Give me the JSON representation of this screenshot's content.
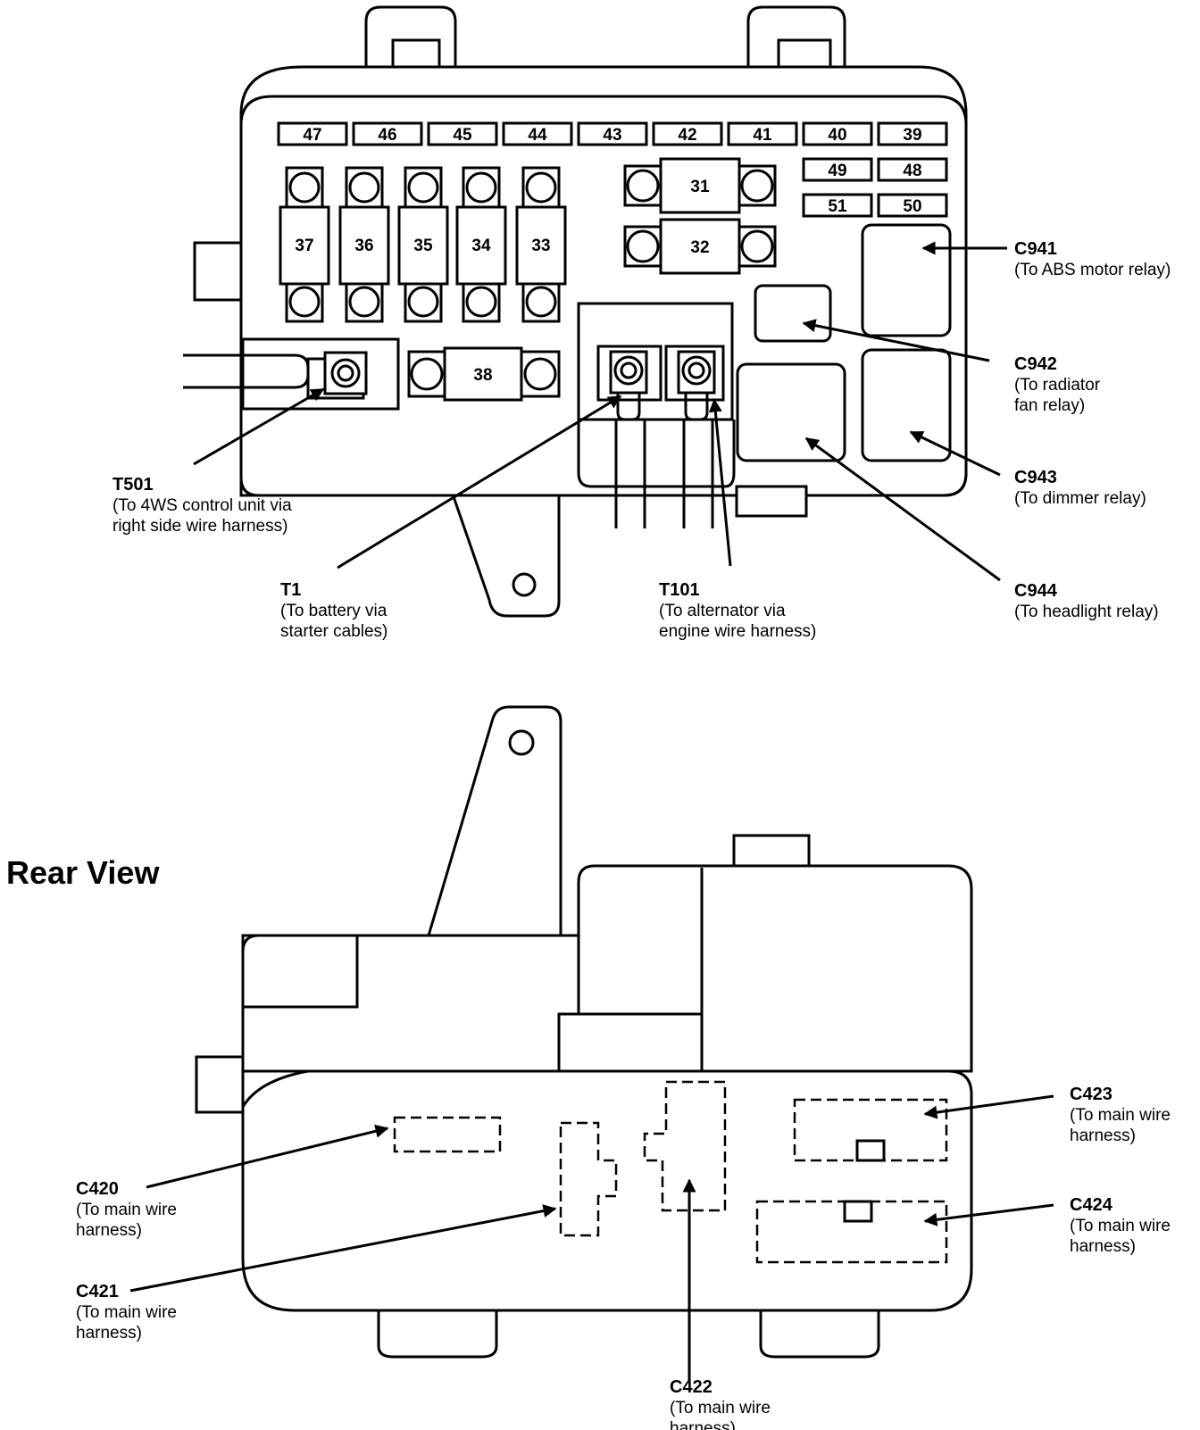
{
  "front": {
    "fuse_row": [
      "47",
      "46",
      "45",
      "44",
      "43",
      "42",
      "41",
      "40",
      "39"
    ],
    "small_fuses": [
      "49",
      "48",
      "51",
      "50"
    ],
    "maxi_fuses": [
      "37",
      "36",
      "35",
      "34",
      "33"
    ],
    "center_fuses": [
      "31",
      "32"
    ],
    "fuse_38": "38",
    "callouts": [
      {
        "id": "C941",
        "desc": [
          "(To ABS motor relay)"
        ]
      },
      {
        "id": "C942",
        "desc": [
          "(To radiator",
          "fan relay)"
        ]
      },
      {
        "id": "C943",
        "desc": [
          "(To dimmer relay)"
        ]
      },
      {
        "id": "C944",
        "desc": [
          "(To headlight relay)"
        ]
      },
      {
        "id": "T501",
        "desc": [
          "(To 4WS control unit via",
          "right side wire harness)"
        ]
      },
      {
        "id": "T1",
        "desc": [
          "(To battery via",
          "starter cables)"
        ]
      },
      {
        "id": "T101",
        "desc": [
          "(To alternator via",
          "engine wire harness)"
        ]
      }
    ]
  },
  "rear": {
    "title": "Rear View",
    "callouts": [
      {
        "id": "C420",
        "desc": [
          "(To main wire",
          "harness)"
        ]
      },
      {
        "id": "C421",
        "desc": [
          "(To main wire",
          "harness)"
        ]
      },
      {
        "id": "C422",
        "desc": [
          "(To main wire",
          "harness)"
        ]
      },
      {
        "id": "C423",
        "desc": [
          "(To main wire",
          "harness)"
        ]
      },
      {
        "id": "C424",
        "desc": [
          "(To main wire",
          "harness)"
        ]
      }
    ]
  }
}
